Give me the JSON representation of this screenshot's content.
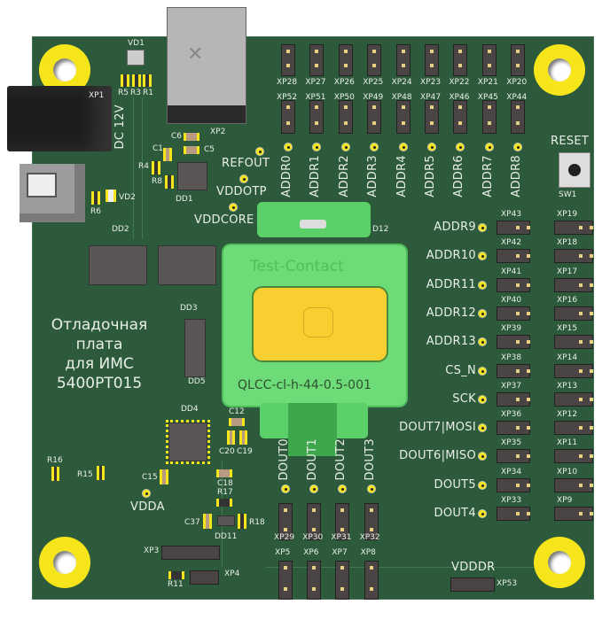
{
  "board": {
    "title_lines": [
      "Отладочная",
      "плата",
      "для ИМС",
      "5400РТ015"
    ]
  },
  "power": {
    "dc_label": "DC 12V",
    "refout": "REFOUT",
    "vddotp": "VDDOTP",
    "vddcore": "VDDCORE",
    "vdda": "VDDA",
    "vdddr": "VDDDR"
  },
  "reset": {
    "label": "RESET",
    "ref": "SW1"
  },
  "socket": {
    "brand": "Test-Contact",
    "model": "QLCC-cl-h-44-0.5-001",
    "ref": "D12"
  },
  "top_headers": [
    "XP28",
    "XP27",
    "XP26",
    "XP25",
    "XP24",
    "XP23",
    "XP22",
    "XP21",
    "XP20"
  ],
  "top_headers2": [
    "XP52",
    "XP51",
    "XP50",
    "XP49",
    "XP48",
    "XP47",
    "XP46",
    "XP45",
    "XP44"
  ],
  "addr_top": [
    "ADDR0",
    "ADDR1",
    "ADDR2",
    "ADDR3",
    "ADDR4",
    "ADDR5",
    "ADDR6",
    "ADDR7",
    "ADDR8"
  ],
  "right_signals": [
    {
      "label": "ADDR9",
      "hdr": "XP43",
      "hdr2": "XP19"
    },
    {
      "label": "ADDR10",
      "hdr": "XP42",
      "hdr2": "XP18"
    },
    {
      "label": "ADDR11",
      "hdr": "XP41",
      "hdr2": "XP17"
    },
    {
      "label": "ADDR12",
      "hdr": "XP40",
      "hdr2": "XP16"
    },
    {
      "label": "ADDR13",
      "hdr": "XP39",
      "hdr2": "XP15"
    },
    {
      "label": "CS_N",
      "hdr": "XP38",
      "hdr2": "XP14"
    },
    {
      "label": "SCK",
      "hdr": "XP37",
      "hdr2": "XP13"
    },
    {
      "label": "DOUT7|MOSI",
      "hdr": "XP36",
      "hdr2": "XP12"
    },
    {
      "label": "DOUT6|MISO",
      "hdr": "XP35",
      "hdr2": "XP11"
    },
    {
      "label": "DOUT5",
      "hdr": "XP34",
      "hdr2": "XP10"
    },
    {
      "label": "DOUT4",
      "hdr": "XP33",
      "hdr2": "XP9"
    }
  ],
  "bottom_signals": [
    {
      "label": "DOUT0",
      "hdr": "XP29",
      "hdr2": "XP5"
    },
    {
      "label": "DOUT1",
      "hdr": "XP30",
      "hdr2": "XP6"
    },
    {
      "label": "DOUT2",
      "hdr": "XP31",
      "hdr2": "XP7"
    },
    {
      "label": "DOUT3",
      "hdr": "XP32",
      "hdr2": "XP8"
    }
  ],
  "refs": {
    "VD1": "VD1",
    "R5": "R5",
    "R3": "R3",
    "R1": "R1",
    "XP1": "XP1",
    "XP2": "XP2",
    "C6": "C6",
    "C1": "C1",
    "C5": "C5",
    "R4": "R4",
    "R8": "R8",
    "DD1": "DD1",
    "VD2": "VD2",
    "R6": "R6",
    "DD2": "DD2",
    "DD3": "DD3",
    "DD5": "DD5",
    "DD4": "DD4",
    "C12": "C12",
    "C20": "C20",
    "C19": "C19",
    "R16": "R16",
    "R15": "R15",
    "C15": "C15",
    "C18": "C18",
    "R17": "R17",
    "C37": "C37",
    "R18": "R18",
    "DD11": "DD11",
    "XP3": "XP3",
    "XP4": "XP4",
    "R11": "R11",
    "XP53": "XP53"
  },
  "colors": {
    "board": "#2e5a3c",
    "pad": "#f5e51a",
    "socket": "#6ddc78",
    "window": "#f7cf30"
  }
}
